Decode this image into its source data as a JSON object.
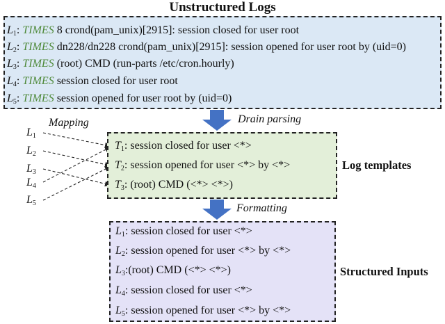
{
  "title": "Unstructured Logs",
  "unstructured_logs": [
    {
      "label": "L",
      "index": "1",
      "times": "TIMES",
      "text": " 8 crond(pam_unix)[2915]: session closed for user root"
    },
    {
      "label": "L",
      "index": "2",
      "times": "TIMES",
      "text": "  dn228/dn228 crond(pam_unix)[2915]: session opened for user root by (uid=0)"
    },
    {
      "label": "L",
      "index": "3",
      "times": "TIMES",
      "text": " (root) CMD (run-parts /etc/cron.hourly)"
    },
    {
      "label": "L",
      "index": "4",
      "times": "TIMES",
      "text": " session closed for user root"
    },
    {
      "label": "L",
      "index": "5",
      "times": "TIMES",
      "text": " session opened for user root by (uid=0)"
    }
  ],
  "step_drain": "Drain parsing",
  "step_formatting": "Formatting",
  "mapping_label": "Mapping",
  "templates_label": "Log templates",
  "templates": [
    {
      "label": "T",
      "index": "1",
      "text": ": session closed for user <*>"
    },
    {
      "label": "T",
      "index": "2",
      "text": ": session opened for user <*> by <*>"
    },
    {
      "label": "T",
      "index": "3",
      "text": ": (root) CMD (<*> <*>)"
    }
  ],
  "left_logs": [
    {
      "label": "L",
      "index": "1"
    },
    {
      "label": "L",
      "index": "2"
    },
    {
      "label": "L",
      "index": "3"
    },
    {
      "label": "L",
      "index": "4"
    },
    {
      "label": "L",
      "index": "5"
    }
  ],
  "structured_label": "Structured Inputs",
  "structured_inputs": [
    {
      "label": "L",
      "index": "1",
      "text": ": session closed for user <*>"
    },
    {
      "label": "L",
      "index": "2",
      "text": ": session opened for user <*> by <*>"
    },
    {
      "label": "L",
      "index": "3",
      "text": ":(root) CMD (<*> <*>)"
    },
    {
      "label": "L",
      "index": "4",
      "text": ": session closed for user <*>"
    },
    {
      "label": "L",
      "index": "5",
      "text": ": session opened for user <*> by <*>"
    }
  ],
  "colors": {
    "logs_box": "#dbe8f5",
    "templates_box": "#e3efd9",
    "structured_box": "#e4e2f7",
    "arrow": "#4472c4",
    "times_text": "#4f8a3a"
  }
}
